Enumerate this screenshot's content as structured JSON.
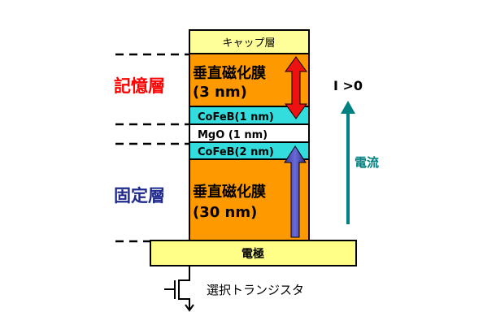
{
  "layers": {
    "cap": "キャップ層",
    "free_magnet": "垂直磁化膜",
    "free_thickness": "(3 nm)",
    "cofeb_top": "CoFeB(1 nm)",
    "mgo": "MgO (1 nm)",
    "cofeb_bottom": "CoFeB(2 nm)",
    "fixed_magnet": "垂直磁化膜",
    "fixed_thickness": "(30 nm)",
    "electrode": "電極"
  },
  "labels": {
    "memory_layer": "記憶層",
    "fixed_layer": "固定層",
    "current_condition": "I >0",
    "current": "電流",
    "transistor": "選択トランジスタ"
  },
  "colors": {
    "cap": "#ffff99",
    "magnet": "#ff9900",
    "cofeb": "#33cccc",
    "mgo": "#ffffff",
    "electrode": "#ffff99",
    "memory_label": "#ff0000",
    "fixed_label": "#1f2a8c",
    "current_arrow": "#008080"
  }
}
